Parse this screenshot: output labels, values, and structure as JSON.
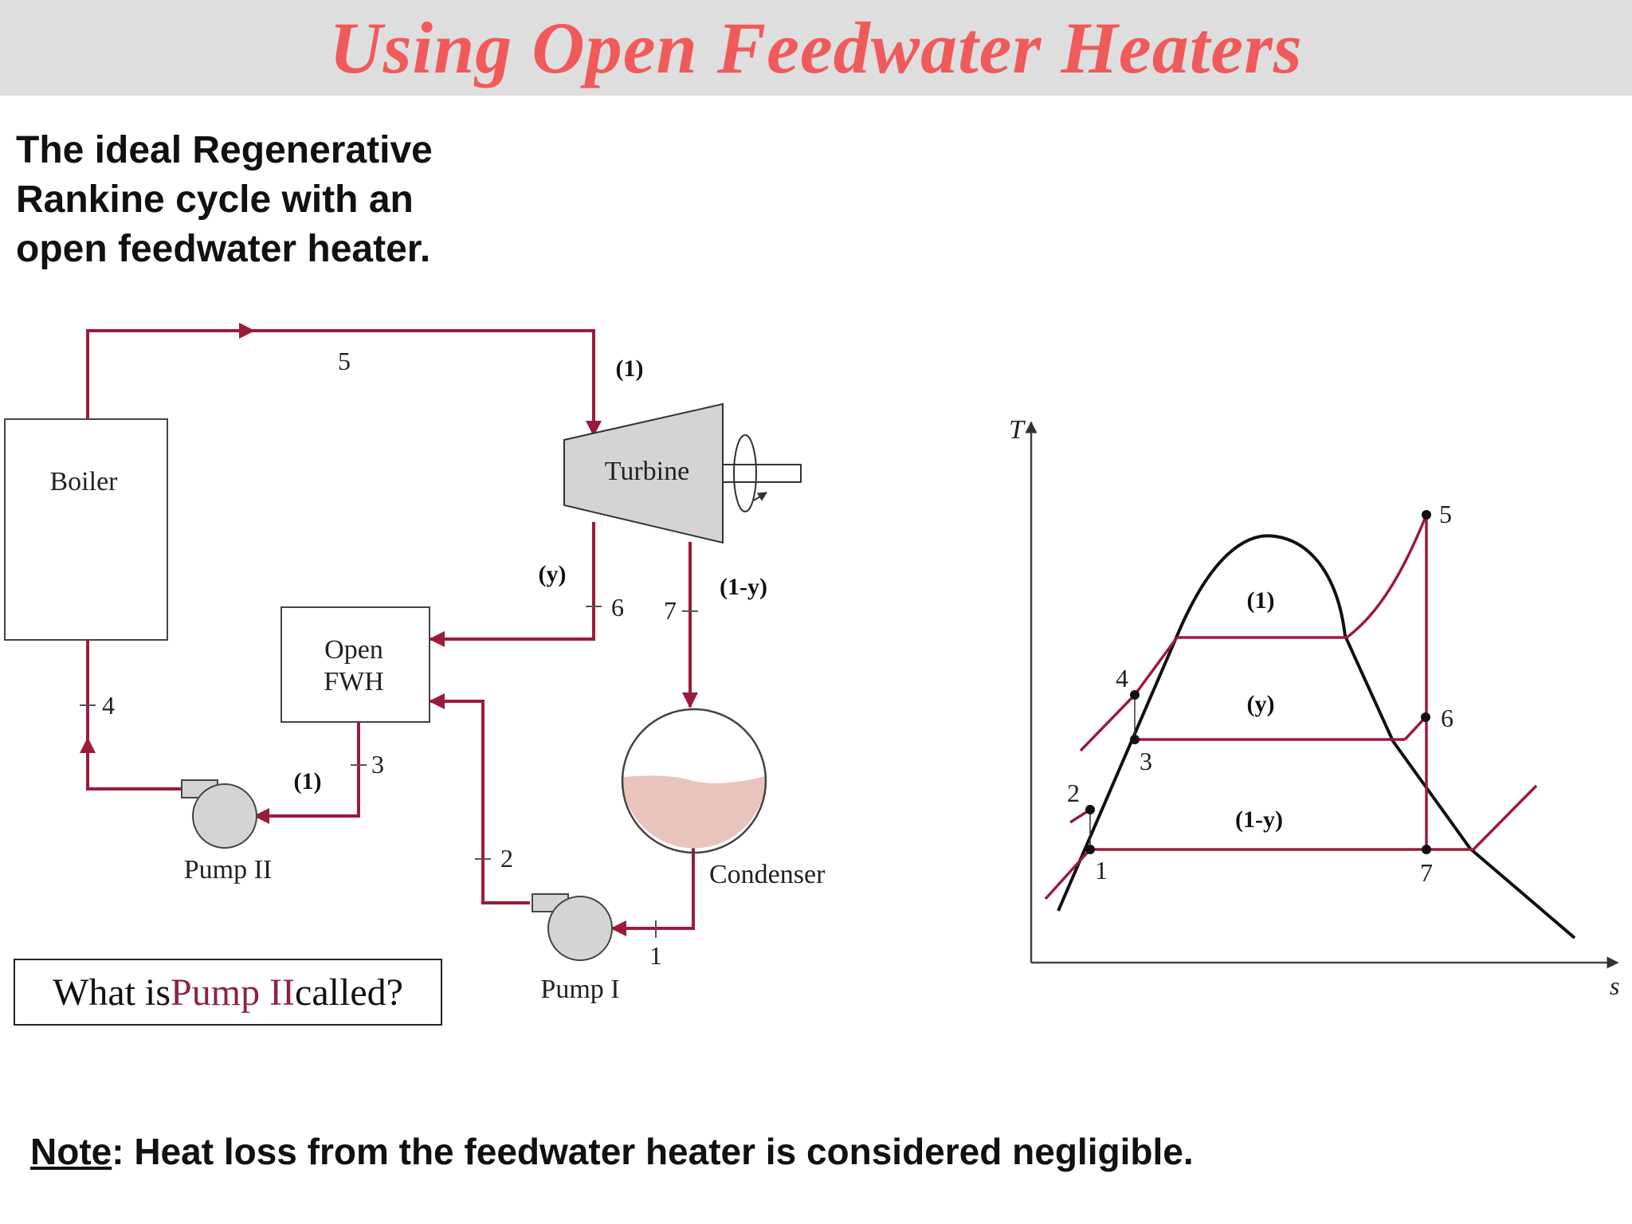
{
  "title": "Using Open Feedwater Heaters",
  "intro": [
    "The ideal Regenerative",
    "Rankine cycle with an",
    "open feedwater heater."
  ],
  "question": {
    "prefix": "What is ",
    "highlight": "Pump II",
    "suffix": " called?"
  },
  "note": {
    "label": "Note",
    "text": ": Heat loss from the feedwater heater is considered negligible."
  },
  "schematic": {
    "components": {
      "boiler": "Boiler",
      "turbine": "Turbine",
      "fwh_line1": "Open",
      "fwh_line2": "FWH",
      "condenser": "Condenser",
      "pump1": "Pump I",
      "pump2": "Pump II"
    },
    "states": {
      "s1": "1",
      "s2": "2",
      "s3": "3",
      "s4": "4",
      "s5": "5",
      "s6": "6",
      "s7": "7"
    },
    "flows": {
      "turbine_in": "(1)",
      "extraction": "(y)",
      "exhaust": "(1-y)",
      "pump2_in": "(1)"
    }
  },
  "ts_diagram": {
    "axis_t": "T",
    "axis_s": "s",
    "states": {
      "s1": "1",
      "s2": "2",
      "s3": "3",
      "s4": "4",
      "s5": "5",
      "s6": "6",
      "s7": "7"
    },
    "flows": {
      "upper": "(1)",
      "middle": "(y)",
      "lower": "(1-y)"
    }
  },
  "colors": {
    "title": "#f05a5a",
    "flow_line": "#9b1b3b",
    "highlight": "#8b2540",
    "turbine_fill": "#d4d4d4",
    "condenser_liquid": "#e9c4bd"
  }
}
